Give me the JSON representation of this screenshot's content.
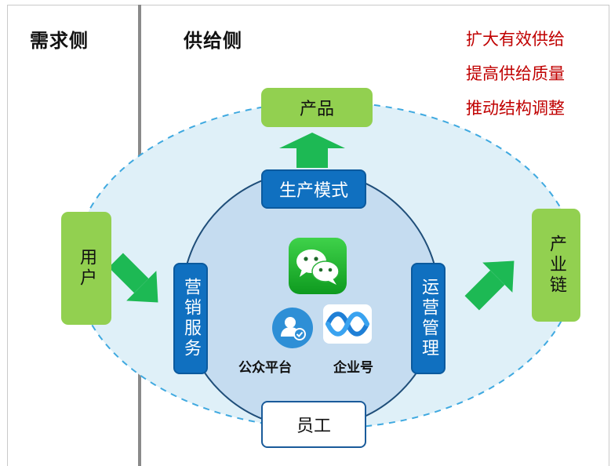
{
  "sections": {
    "demand": "需求侧",
    "supply": "供给侧"
  },
  "goals": [
    "扩大有效供给",
    "提高供给质量",
    "推动结构调整"
  ],
  "nodes": {
    "product": "产品",
    "production_mode": "生产模式",
    "marketing": "营销服务",
    "operations": "运营管理",
    "user": "用户",
    "industry_chain": "产业链",
    "staff": "员工"
  },
  "platforms": {
    "public_platform": "公众平台",
    "enterprise": "企业号"
  },
  "colors": {
    "green_box": "#92d050",
    "blue_box": "#1070c0",
    "arrow_green": "#1db954",
    "goal_red": "#c00000",
    "ellipse_fill": "#dff0f8",
    "circle_fill": "#c5dcf0"
  },
  "icons": [
    "wechat-icon",
    "verified-user-icon",
    "enterprise-wechat-icon"
  ]
}
